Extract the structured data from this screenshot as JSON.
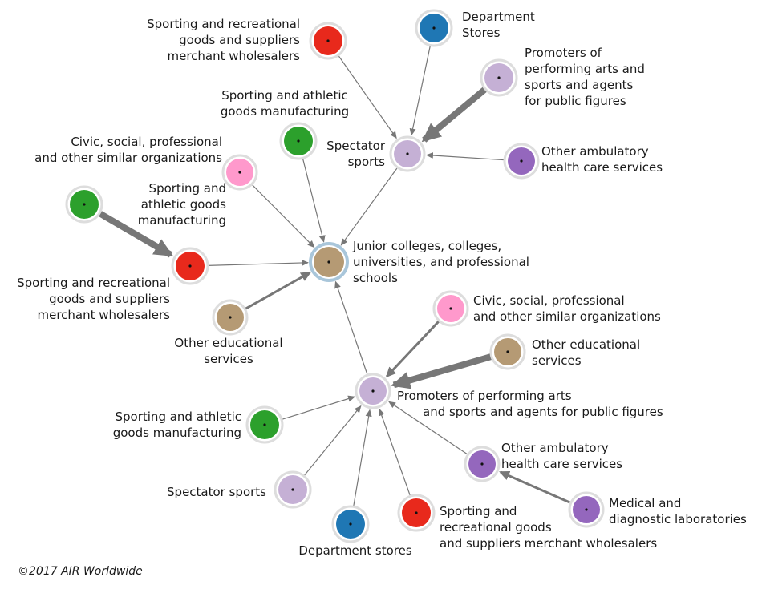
{
  "copyright": "©2017 AIR Worldwide",
  "colors": {
    "red": "#e8291c",
    "blue": "#1f77b4",
    "lilac": "#c5b0d5",
    "purple": "#9467bd",
    "green": "#2ca02c",
    "pink": "#ff99cc",
    "tan": "#b59a74",
    "edge": "#777777",
    "ring": "#dddddd",
    "center_ring": "#a9c6da"
  },
  "nodes": [
    {
      "id": "center",
      "color": "center_ring_tan",
      "label": [
        "Junior colleges, colleges,",
        "universities, and professional",
        "schools"
      ]
    },
    {
      "id": "spectator-top",
      "color": "lilac",
      "label": [
        "Spectator",
        "sports"
      ]
    },
    {
      "id": "promoters-bottom",
      "color": "lilac",
      "label": [
        "Promoters of performing arts",
        "and sports and agents for public figures"
      ]
    },
    {
      "id": "sporting-wholesale-left",
      "color": "red",
      "label": [
        "Sporting and recreational",
        "goods and suppliers",
        "merchant wholesalers"
      ]
    },
    {
      "id": "sporting-mfg-left",
      "color": "green",
      "label": [
        "Sporting and",
        "athletic goods",
        "manufacturing"
      ]
    },
    {
      "id": "other-edu-left",
      "color": "tan",
      "label": [
        "Other educational",
        "services"
      ]
    },
    {
      "id": "sporting-mfg-mid",
      "color": "green",
      "label": [
        "Sporting and athletic",
        "goods manufacturing"
      ]
    },
    {
      "id": "civic-left",
      "color": "pink",
      "label": [
        "Civic, social, professional",
        "and other similar organizations"
      ]
    },
    {
      "id": "sporting-wholesale-top",
      "color": "red",
      "label": [
        "Sporting and recreational",
        "goods and suppliers",
        "merchant wholesalers"
      ]
    },
    {
      "id": "department-stores-top",
      "color": "blue",
      "label": [
        "Department",
        "Stores"
      ]
    },
    {
      "id": "promoters-top",
      "color": "lilac",
      "label": [
        "Promoters of",
        "performing arts and",
        "sports and agents",
        "for public figures"
      ]
    },
    {
      "id": "ambulatory-top",
      "color": "purple",
      "label": [
        "Other ambulatory",
        "health care services"
      ]
    },
    {
      "id": "civic-right",
      "color": "pink",
      "label": [
        "Civic, social, professional",
        "and other similar organizations"
      ]
    },
    {
      "id": "other-edu-right",
      "color": "tan",
      "label": [
        "Other educational",
        "services"
      ]
    },
    {
      "id": "sporting-mfg-bottom",
      "color": "green",
      "label": [
        "Sporting and athletic",
        "goods manufacturing"
      ]
    },
    {
      "id": "spectator-bottom",
      "color": "lilac",
      "label": [
        "Spectator sports"
      ]
    },
    {
      "id": "department-stores-bottom",
      "color": "blue",
      "label": [
        "Department stores"
      ]
    },
    {
      "id": "sporting-wholesale-bottom",
      "color": "red",
      "label": [
        "Sporting and",
        "recreational goods",
        "and suppliers merchant wholesalers"
      ]
    },
    {
      "id": "ambulatory-bottom",
      "color": "purple",
      "label": [
        "Other ambulatory",
        "health care services"
      ]
    },
    {
      "id": "medical-labs",
      "color": "purple",
      "label": [
        "Medical and",
        "diagnostic laboratories"
      ]
    }
  ],
  "edges": [
    {
      "from": "sporting-wholesale-top",
      "to": "spectator-top",
      "weight": "thin"
    },
    {
      "from": "department-stores-top",
      "to": "spectator-top",
      "weight": "thin"
    },
    {
      "from": "promoters-top",
      "to": "spectator-top",
      "weight": "thick"
    },
    {
      "from": "ambulatory-top",
      "to": "spectator-top",
      "weight": "thin"
    },
    {
      "from": "spectator-top",
      "to": "center",
      "weight": "thin"
    },
    {
      "from": "sporting-mfg-mid",
      "to": "center",
      "weight": "thin"
    },
    {
      "from": "civic-left",
      "to": "center",
      "weight": "thin"
    },
    {
      "from": "sporting-mfg-left",
      "to": "sporting-wholesale-left",
      "weight": "thick"
    },
    {
      "from": "sporting-wholesale-left",
      "to": "center",
      "weight": "thin"
    },
    {
      "from": "other-edu-left",
      "to": "center",
      "weight": "medium"
    },
    {
      "from": "promoters-bottom",
      "to": "center",
      "weight": "thin"
    },
    {
      "from": "civic-right",
      "to": "promoters-bottom",
      "weight": "medium"
    },
    {
      "from": "other-edu-right",
      "to": "promoters-bottom",
      "weight": "thick"
    },
    {
      "from": "sporting-mfg-bottom",
      "to": "promoters-bottom",
      "weight": "thin"
    },
    {
      "from": "spectator-bottom",
      "to": "promoters-bottom",
      "weight": "thin"
    },
    {
      "from": "department-stores-bottom",
      "to": "promoters-bottom",
      "weight": "thin"
    },
    {
      "from": "sporting-wholesale-bottom",
      "to": "promoters-bottom",
      "weight": "thin"
    },
    {
      "from": "ambulatory-bottom",
      "to": "promoters-bottom",
      "weight": "thin"
    },
    {
      "from": "medical-labs",
      "to": "ambulatory-bottom",
      "weight": "medium"
    }
  ]
}
